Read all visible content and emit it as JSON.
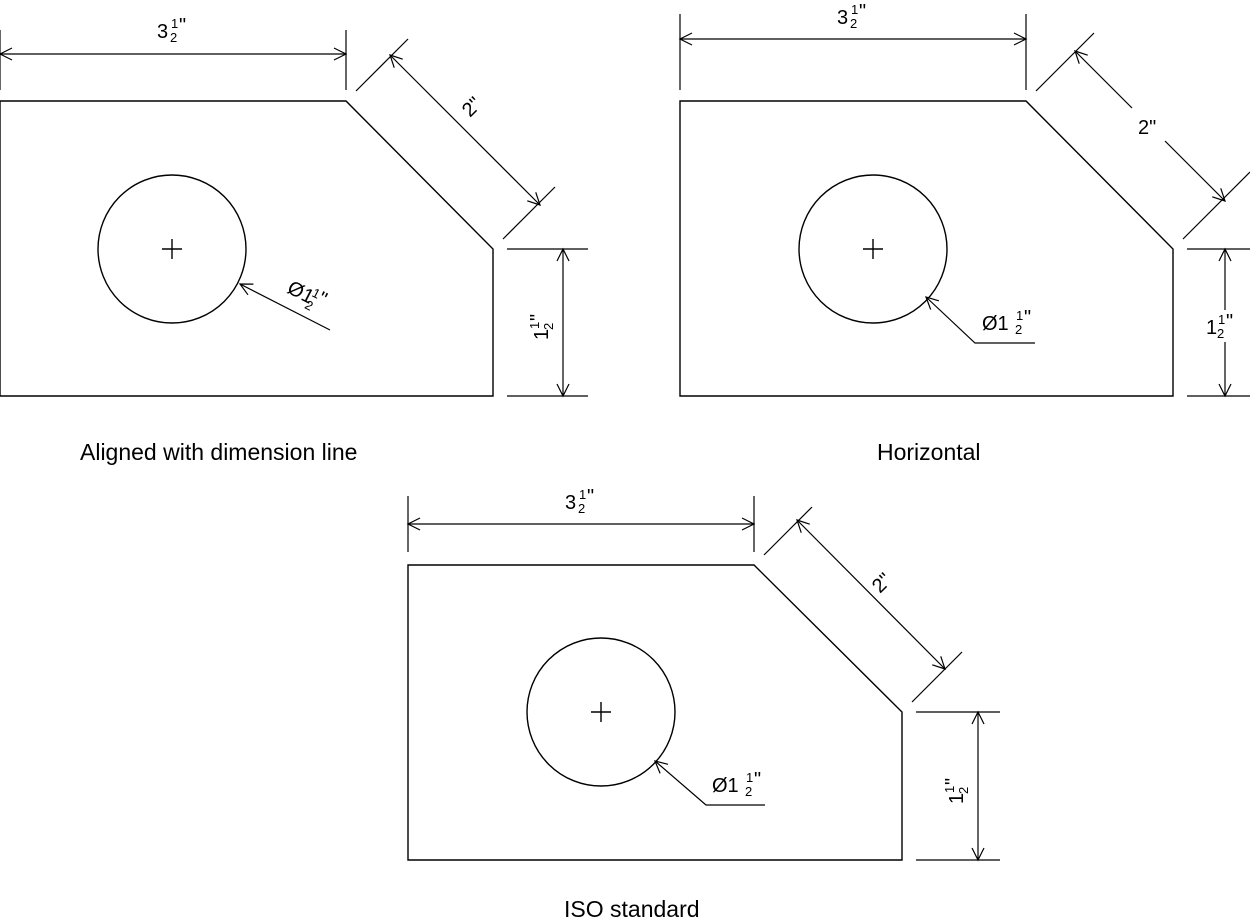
{
  "captions": {
    "aligned": "Aligned with dimension line",
    "horizontal": "Horizontal",
    "iso": "ISO standard"
  },
  "dims": {
    "top_whole": "3",
    "chamfer": "2\"",
    "side_whole": "1",
    "dia_prefix": "Ø1",
    "frac_num": "1",
    "frac_den": "2",
    "inch": "\""
  }
}
